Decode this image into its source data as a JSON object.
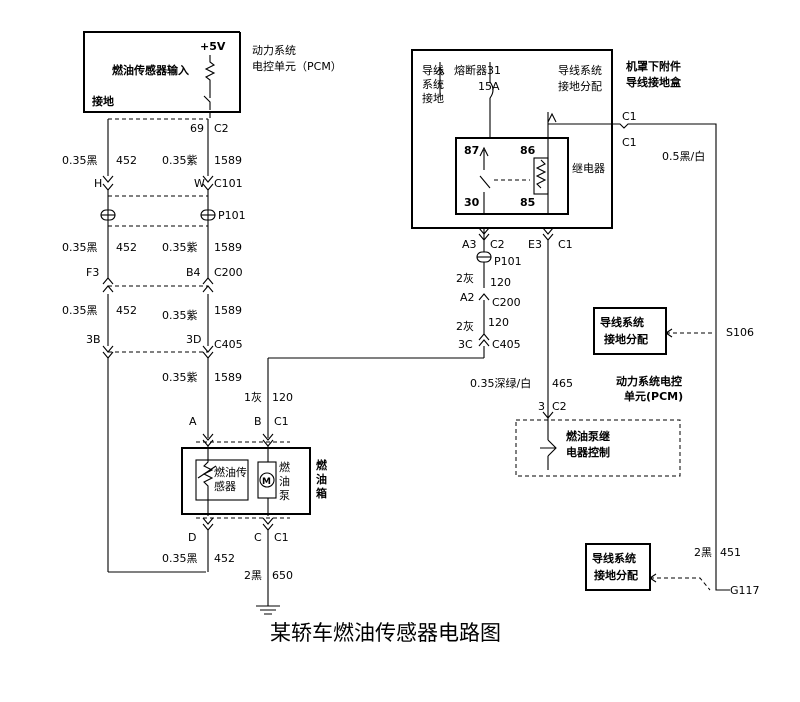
{
  "caption": "某轿车燃油传感器电路图",
  "pcm_top": {
    "title1": "动力系统",
    "title2": "电控单元（PCM）",
    "vcc": "+5V",
    "input": "燃油传感器输入",
    "ground": "接地"
  },
  "pcm_bottom": {
    "title1": "动力系统电控",
    "title2": "单元(PCM)",
    "ctrl1": "燃油泵继",
    "ctrl2": "电器控制"
  },
  "fuse_box": {
    "title1": "机罩下附件",
    "title2": "导线接地盒",
    "g1a": "导线",
    "g1b": "系统",
    "g1c": "接地",
    "fuse": "熔断器31",
    "amp": "15A",
    "g2a": "导线系统",
    "g2b": "接地分配",
    "relay": "继电器",
    "p87": "87",
    "p86": "86",
    "p30": "30",
    "p85": "85"
  },
  "tank": {
    "sensor1": "燃油传",
    "sensor2": "感器",
    "pump1": "燃",
    "pump2": "油",
    "pump3": "泵",
    "tank1": "燃",
    "tank2": "油",
    "tank3": "箱"
  },
  "ground1": {
    "a": "导线系统",
    "b": "接地分配"
  },
  "ground2": {
    "a": "导线系统",
    "b": "接地分配"
  },
  "labels": {
    "c2_69": "69",
    "c2": "C2",
    "w452a": "0.35黑",
    "n452a": "452",
    "w1589a": "0.35紫",
    "n1589a": "1589",
    "H": "H",
    "W": "W",
    "C101": "C101",
    "P101": "P101",
    "w452b": "0.35黑",
    "n452b": "452",
    "w1589b": "0.35紫",
    "n1589b": "1589",
    "F3": "F3",
    "B4": "B4",
    "C200": "C200",
    "w452c": "0.35黑",
    "n452c": "452",
    "w1589c": "0.35紫",
    "n1589c": "1589",
    "3B": "3B",
    "3D": "3D",
    "C405": "C405",
    "w1589d": "0.35紫",
    "n1589d": "1589",
    "w120a": "1灰",
    "n120a": "120",
    "A": "A",
    "B": "B",
    "C1a": "C1",
    "D": "D",
    "C": "C",
    "C1b": "C1",
    "w452d": "0.35黑",
    "n452d": "452",
    "w650": "2黑",
    "n650": "650",
    "A3": "A3",
    "C2b": "C2",
    "E3": "E3",
    "C1c": "C1",
    "P101b": "P101",
    "w120b": "2灰",
    "n120b": "120",
    "A2": "A2",
    "C200b": "C200",
    "w120c": "2灰",
    "n120c": "120",
    "3C": "3C",
    "C405b": "C405",
    "w465": "0.35深绿/白",
    "n465": "465",
    "pin3": "3",
    "C2c": "C2",
    "C1d": "C1",
    "C1e": "C1",
    "w05": "0.5黑/白",
    "S106": "S106",
    "w451": "2黑",
    "n451": "451",
    "G117": "G117"
  }
}
